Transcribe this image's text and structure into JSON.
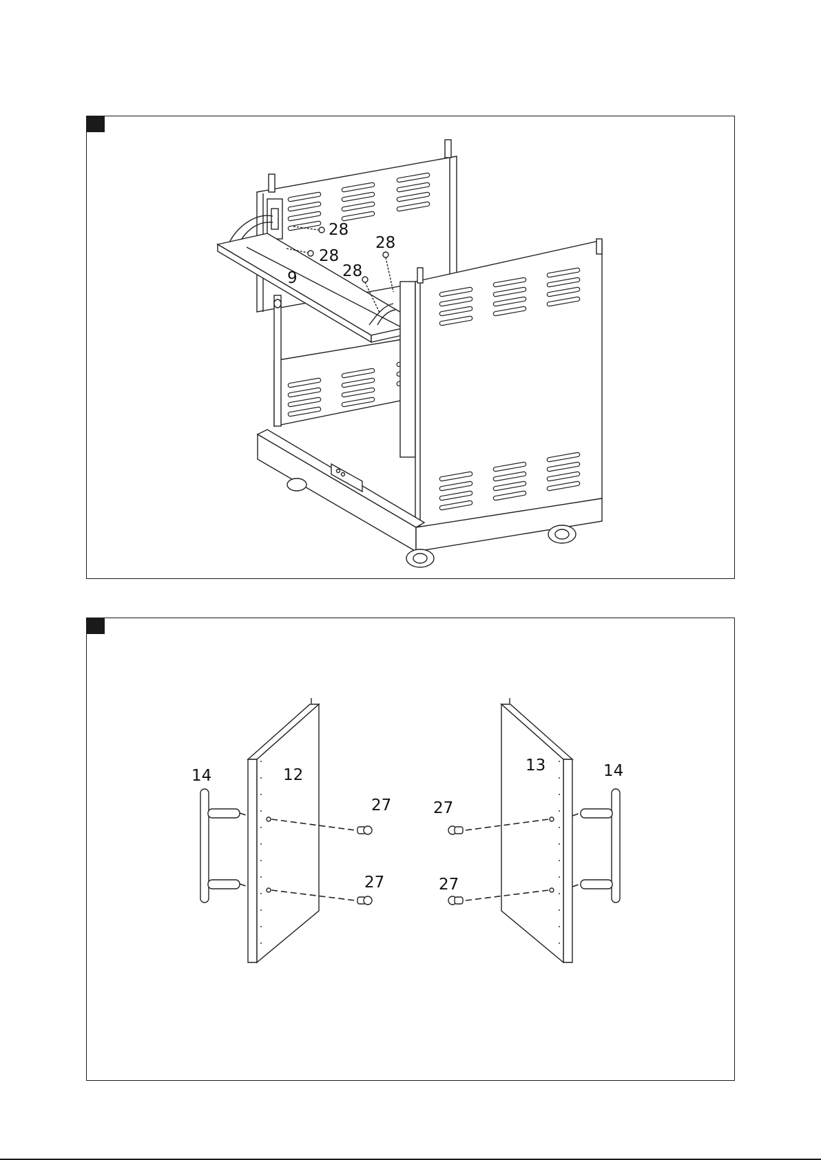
{
  "figures": [
    {
      "id": "frame-assembly",
      "callouts": {
        "bolt_a": "28",
        "bolt_b": "28",
        "bolt_c": "28",
        "bolt_d": "28",
        "tray": "9"
      }
    },
    {
      "id": "door-handles",
      "callouts": {
        "handle_left": "14",
        "door_left": "12",
        "screw_left_top": "27",
        "screw_left_bottom": "27",
        "door_right": "13",
        "screw_right_top": "27",
        "screw_right_bottom": "27",
        "handle_right": "14"
      }
    }
  ]
}
